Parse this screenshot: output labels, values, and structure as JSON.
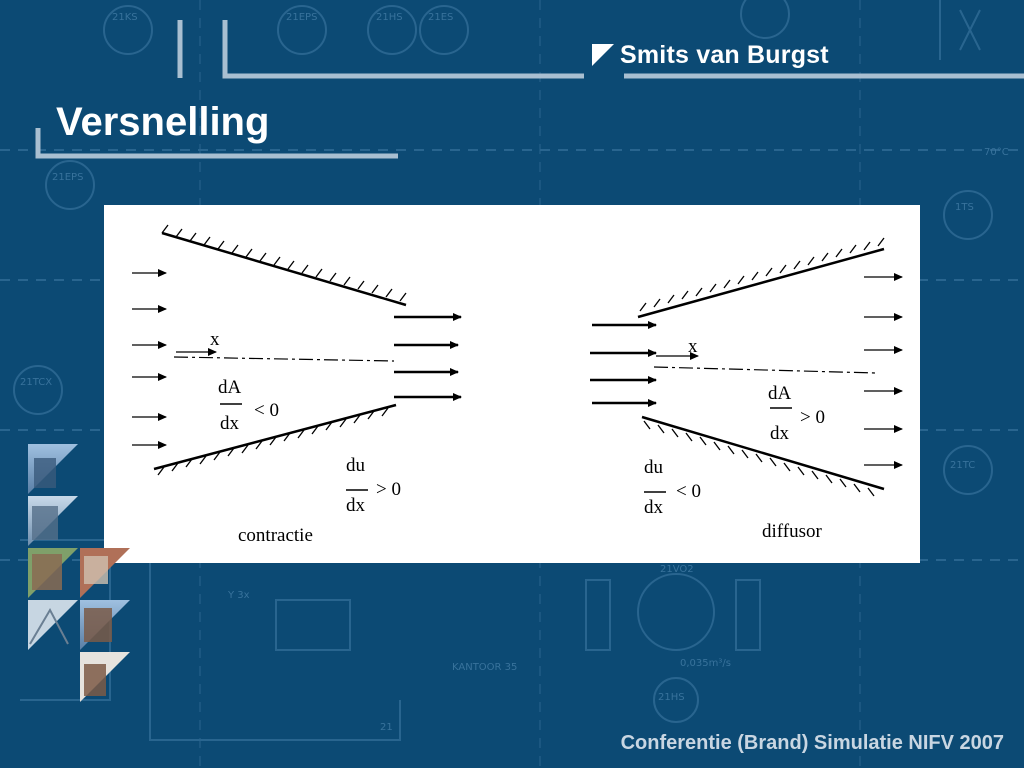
{
  "brand": {
    "name": "Smits van Burgst"
  },
  "slide": {
    "title": "Versnelling"
  },
  "figure": {
    "contraction": {
      "axis_label": "x",
      "area_num": "dA",
      "area_den": "dx",
      "area_rel": "< 0",
      "vel_num": "du",
      "vel_den": "dx",
      "vel_rel": "> 0",
      "caption": "contractie"
    },
    "diffusor": {
      "axis_label": "x",
      "area_num": "dA",
      "area_den": "dx",
      "area_rel": "> 0",
      "vel_num": "du",
      "vel_den": "dx",
      "vel_rel": "< 0",
      "caption": "diffusor"
    }
  },
  "footer": {
    "text": "Conferentie (Brand) Simulatie NIFV 2007"
  },
  "colors": {
    "background": "#0c4a74",
    "line": "#a9bfd1",
    "text": "#ffffff"
  }
}
